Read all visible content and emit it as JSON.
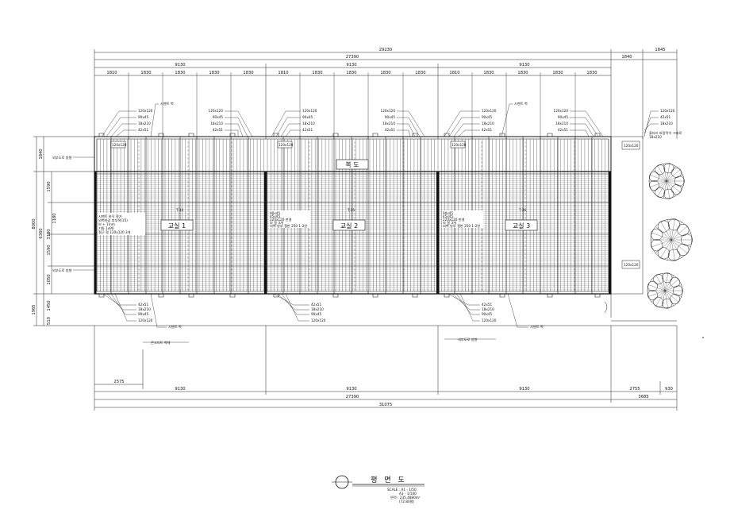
{
  "drawing": {
    "top_dims": {
      "overall": "29230",
      "right_extra": "1845",
      "building": "27390",
      "right_gap": "1840",
      "bays": [
        "9130",
        "9130",
        "9130"
      ],
      "modules": [
        "1810",
        "1830",
        "1830",
        "1830",
        "1830",
        "1810",
        "1830",
        "1830",
        "1830",
        "1830",
        "1810",
        "1830",
        "1830",
        "1830",
        "1830"
      ]
    },
    "bottom_dims": {
      "left_offset": "2575",
      "bays": [
        "9130",
        "9130",
        "9130"
      ],
      "right_a": "2755",
      "right_b": "930",
      "right_total": "3685",
      "building": "27390",
      "overall": "31075"
    },
    "left_dims": {
      "overall": "8000",
      "top_strip": "1840",
      "middle": "6360",
      "parts": [
        "1590",
        "1180",
        "3180",
        "1590"
      ],
      "bottom_a": "1050",
      "bottom_b": "1965",
      "bottom_c": "1450",
      "bottom_d": "510"
    },
    "rooms": [
      "교실 1",
      "교실 2",
      "교실 3"
    ],
    "corridor": "복 도",
    "room_marks": [
      "T-34",
      "T-35",
      "T-36"
    ],
    "callouts_top": [
      "120x120",
      "90x45",
      "18x210",
      "42x51"
    ],
    "callouts_top_right": [
      "120x120",
      "42x51",
      "18x210"
    ],
    "callouts_bottom": [
      "42x51",
      "18x210",
      "90x45",
      "120x120"
    ],
    "callout_cement": "시멘트 벽",
    "callout_tree_note": "울타리 바람막이 그대로",
    "callout_tree_note2": "18x210",
    "left_notes": {
      "corridor": "외부도로 방향",
      "mid": "외부도로 방향",
      "room1": [
        "시멘트 바닥 철거",
        "외벽마감 방부목(15)",
        "보 + 1mm",
        "기둥 1x90",
        "철근 철 120x120 3개"
      ],
      "room2": [
        "90x45",
        "45x45",
        "220x120 판넬",
        "보 철 3개",
        "외벽 방부 철판 250 1-2연"
      ],
      "room3": [
        "90x45",
        "45x45",
        "220x120 판넬",
        "보 철 3개",
        "외벽 방부 철판 250 1-2연"
      ]
    },
    "below_notes": [
      "콘크리트 벽체",
      "시멘트 벽",
      "내부도로 방향"
    ],
    "small_box": "120x120",
    "title_block": {
      "title": "평 면 도",
      "scale_a": "SCALE : A1 - 1/50",
      "scale_b": "A3 - 1/100",
      "area_a": "면적 : 235.4880m²",
      "area_b": "(72.80평)"
    }
  }
}
